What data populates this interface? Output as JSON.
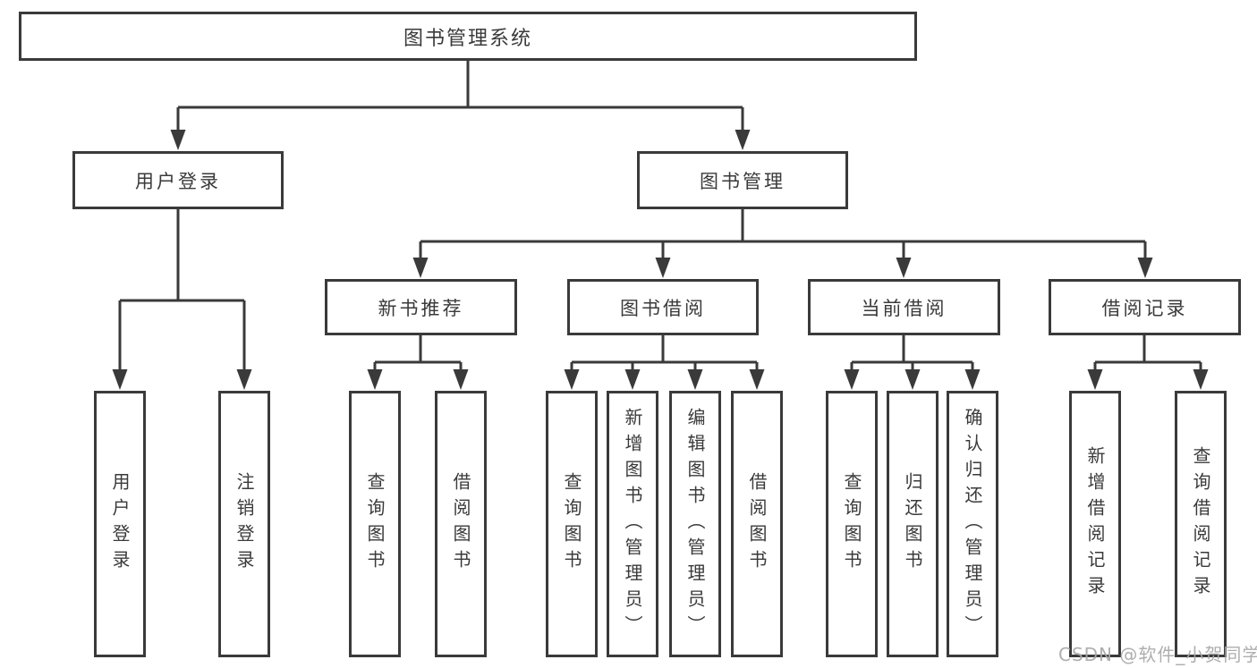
{
  "diagram_title": "图书管理系统",
  "tree": {
    "label": "图书管理系统",
    "children": [
      {
        "label": "用户登录",
        "children": [
          {
            "label": "用户登录"
          },
          {
            "label": "注销登录"
          }
        ]
      },
      {
        "label": "图书管理",
        "children": [
          {
            "label": "新书推荐",
            "children": [
              {
                "label": "查询图书"
              },
              {
                "label": "借阅图书"
              }
            ]
          },
          {
            "label": "图书借阅",
            "children": [
              {
                "label": "查询图书"
              },
              {
                "label": "新增图书（管理员）"
              },
              {
                "label": "编辑图书（管理员）"
              },
              {
                "label": "借阅图书"
              }
            ]
          },
          {
            "label": "当前借阅",
            "children": [
              {
                "label": "查询图书"
              },
              {
                "label": "归还图书"
              },
              {
                "label": "确认归还（管理员）"
              }
            ]
          },
          {
            "label": "借阅记录",
            "children": [
              {
                "label": "新增借阅记录"
              },
              {
                "label": "查询借阅记录"
              }
            ]
          }
        ]
      }
    ]
  },
  "watermark": "CSDN @软件_小贺同学",
  "colors": {
    "line": "#3a3a3a",
    "box_border": "#3a3a3a",
    "box_background": "#ffffff",
    "text": "#3a3a3a",
    "watermark": "#a8a8a8",
    "page_background": "#ffffff"
  }
}
